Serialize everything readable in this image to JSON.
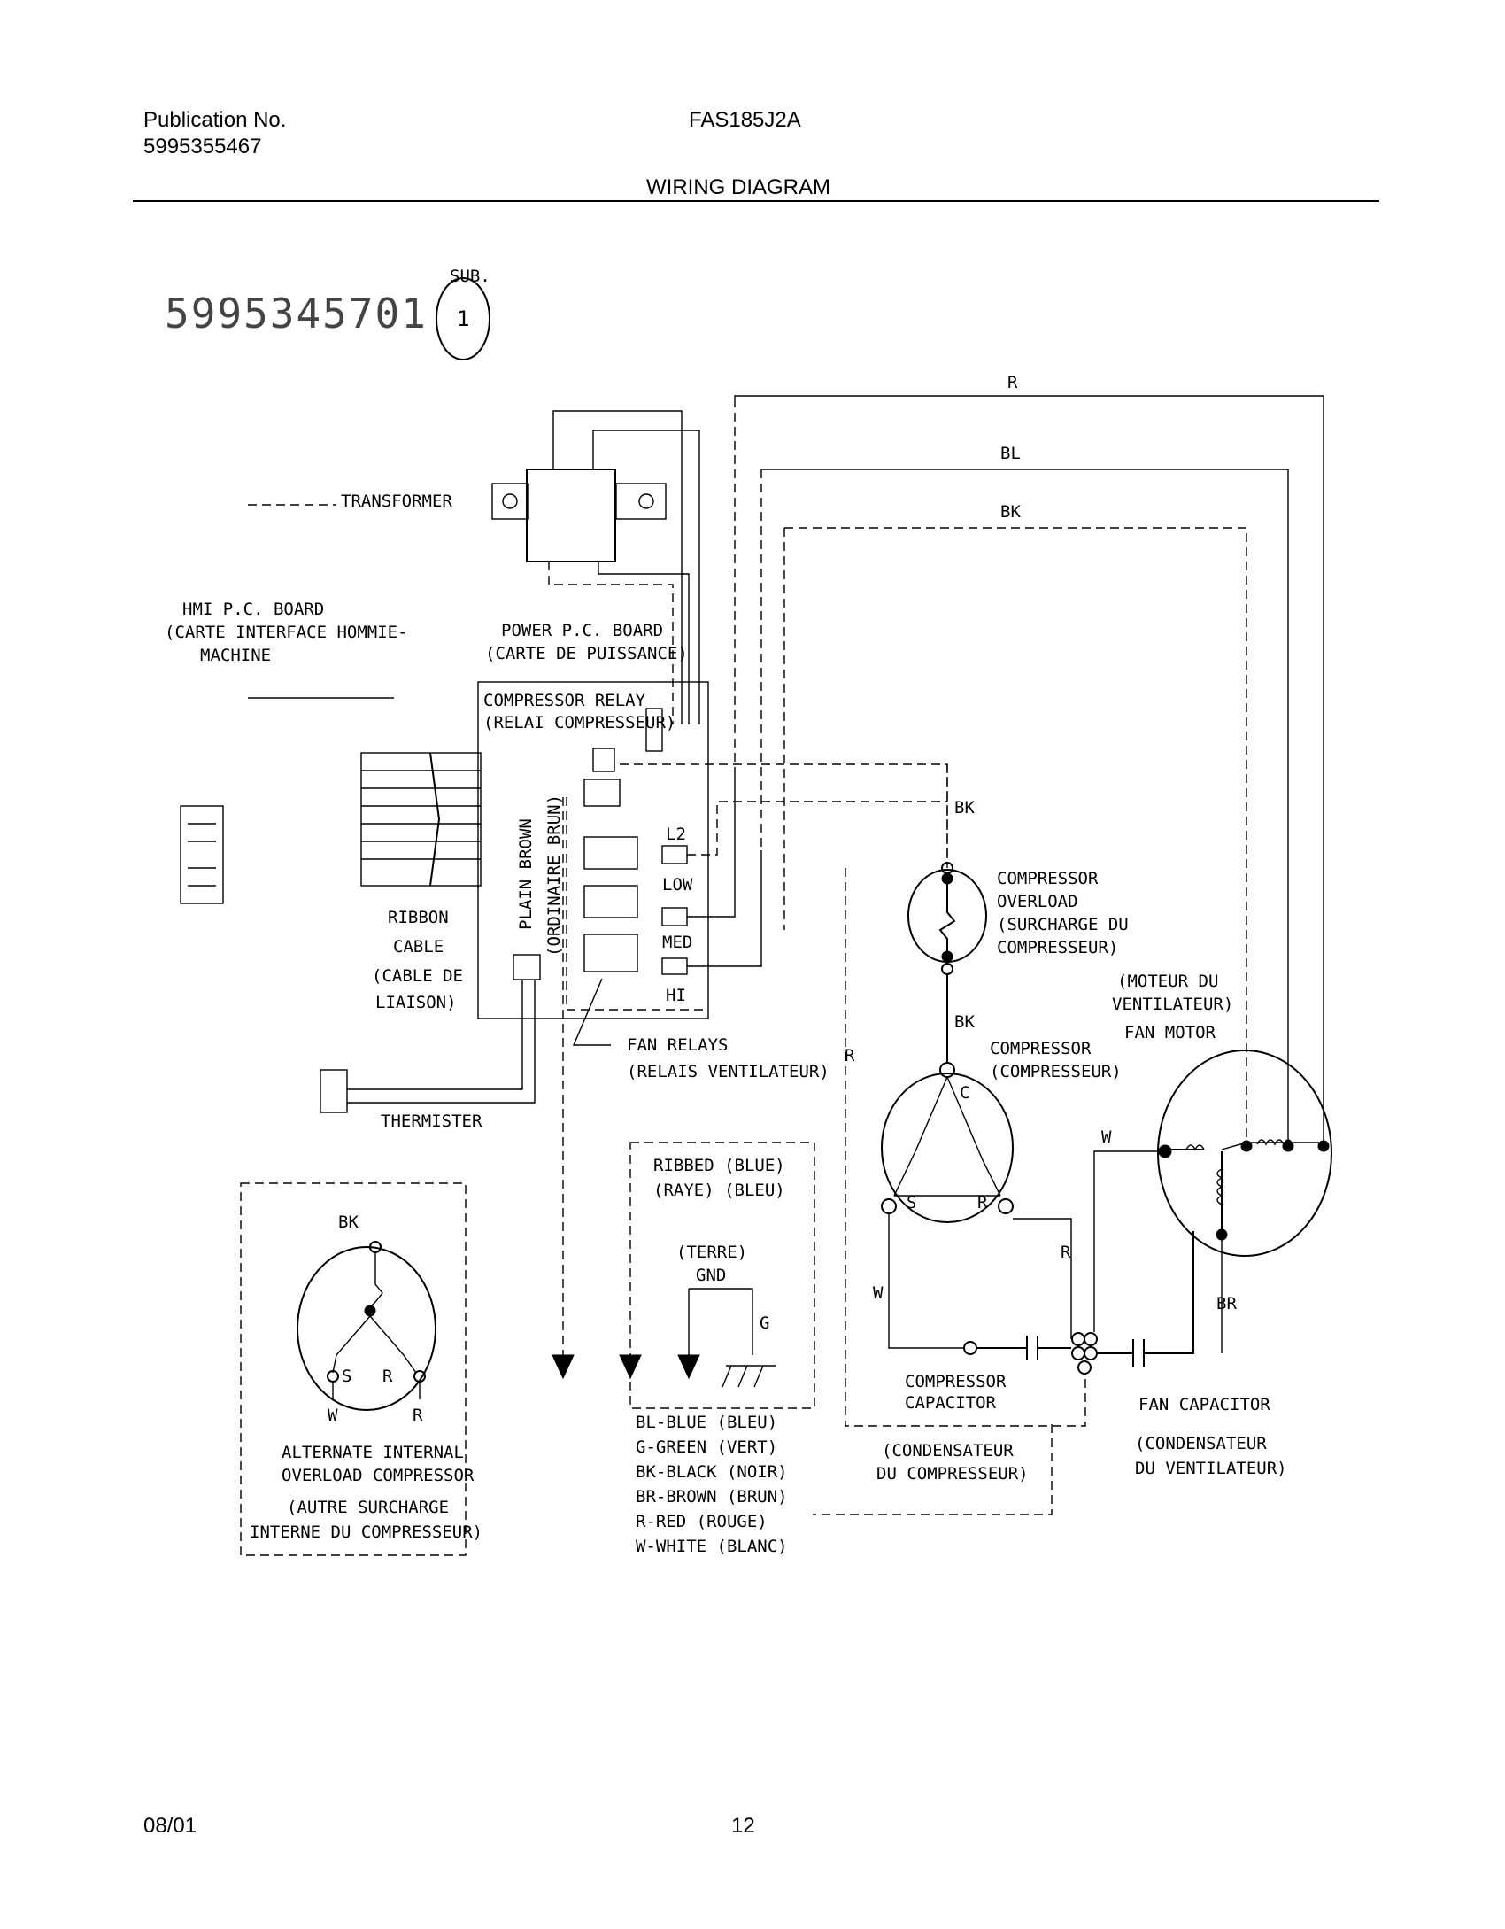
{
  "header": {
    "publication_label": "Publication No.",
    "publication_number": "5995355467",
    "model": "FAS185J2A",
    "section_title": "WIRING DIAGRAM"
  },
  "footer": {
    "date": "08/01",
    "page": "12"
  },
  "diagram": {
    "part_number": "5995345701",
    "sub_label": "SUB.",
    "sub_number": "1",
    "wire_labels": {
      "red": "R",
      "blue": "BL",
      "black": "BK",
      "bk_overload": "BK",
      "bk_compressor": "BK",
      "r_vertical": "R",
      "r_capacitor": "R",
      "w_left": "W",
      "w_motor": "W",
      "br_motor": "BR"
    },
    "transformer": "TRANSFORMER",
    "hmi_board": [
      "HMI P.C. BOARD",
      "(CARTE INTERFACE HOMMIE-",
      "MACHINE"
    ],
    "power_board": [
      "POWER P.C. BOARD",
      "(CARTE DE PUISSANCE)"
    ],
    "compressor_relay": [
      "COMPRESSOR RELAY",
      "(RELAI COMPRESSEUR)"
    ],
    "plain_brown": [
      "PLAIN BROWN",
      "(ORDINAIRE BRUN)"
    ],
    "relay_taps": [
      "L2",
      "LOW",
      "MED",
      "HI"
    ],
    "ribbon_cable": [
      "RIBBON",
      "CABLE",
      "(CABLE DE",
      "LIAISON)"
    ],
    "fan_relays": [
      "FAN RELAYS",
      "(RELAIS VENTILATEUR)"
    ],
    "thermister": "THERMISTER",
    "compressor_overload": [
      "COMPRESSOR",
      "OVERLOAD",
      "(SURCHARGE DU",
      "COMPRESSEUR)"
    ],
    "compressor": [
      "COMPRESSOR",
      "(COMPRESSEUR)"
    ],
    "fan_motor": [
      "(MOTEUR DU",
      "VENTILATEUR)",
      "FAN MOTOR"
    ],
    "terminals": {
      "common": "C",
      "start": "S",
      "run": "R"
    },
    "alt_terminals": {
      "top": "BK",
      "start": "S",
      "run": "R",
      "white": "W",
      "red": "R"
    },
    "alternate_overload": [
      "ALTERNATE INTERNAL",
      "OVERLOAD COMPRESSOR",
      "(AUTRE SURCHARGE",
      "INTERNE DU COMPRESSEUR)"
    ],
    "ground_box": [
      "RIBBED  (BLUE)",
      "(RAYE)  (BLEU)",
      "(TERRE)",
      "GND"
    ],
    "ground_tag": "G",
    "color_legend": [
      "BL-BLUE (BLEU)",
      "G-GREEN (VERT)",
      "BK-BLACK (NOIR)",
      "BR-BROWN (BRUN)",
      "R-RED (ROUGE)",
      "W-WHITE (BLANC)"
    ],
    "compressor_capacitor": [
      "COMPRESSOR",
      "CAPACITOR",
      "(CONDENSATEUR",
      "DU COMPRESSEUR)"
    ],
    "fan_capacitor": [
      "FAN CAPACITOR",
      "(CONDENSATEUR",
      "DU VENTILATEUR)"
    ]
  }
}
